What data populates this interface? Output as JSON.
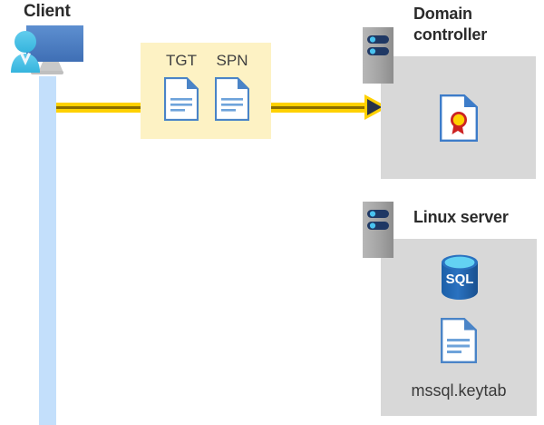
{
  "diagram": {
    "title_client": "Client",
    "message_box": {
      "labels": [
        "TGT",
        "SPN"
      ],
      "fill_color": "#fdf2c4"
    },
    "arrow": {
      "color": "#ffd100",
      "core_color": "#8a6d00",
      "head_color": "#28334a",
      "direction": "left-to-right"
    },
    "nodes": [
      {
        "name": "domain-controller",
        "title": "Domain controller",
        "icons": [
          "server-rack-icon",
          "certificate-icon"
        ],
        "panel_color": "#d8d8d8"
      },
      {
        "name": "linux-server",
        "title": "Linux server",
        "icons": [
          "server-rack-icon",
          "sql-database-icon",
          "document-icon"
        ],
        "file_label": "mssql.keytab",
        "panel_color": "#d8d8d8"
      }
    ],
    "sql_icon_text": "SQL",
    "lifeline_color": "#c3dffb"
  }
}
